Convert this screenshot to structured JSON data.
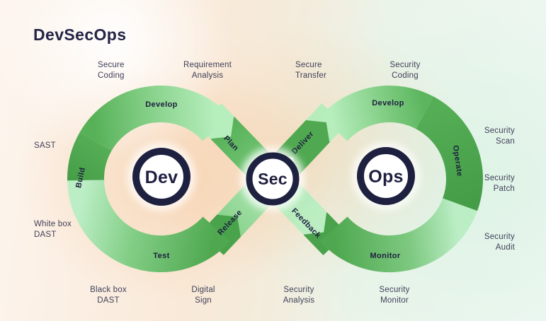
{
  "title": "DevSecOps",
  "colors": {
    "navy": "#1e2040",
    "green_dark": "#459e47",
    "green_mid": "#6cc06f",
    "green_light": "#b7eebd",
    "bg_peach": "#f8e3cf",
    "bg_mint": "#e9f5ee"
  },
  "diagram": {
    "nodes": {
      "dev": "Dev",
      "sec": "Sec",
      "ops": "Ops"
    },
    "stages": {
      "develop_left": "Develop",
      "plan": "Plan",
      "build": "Build",
      "test": "Test",
      "release": "Release",
      "deliver": "Deliver",
      "develop_right": "Develop",
      "operate": "Operate",
      "monitor": "Monitor",
      "feedback": "Feedback"
    },
    "annotations": {
      "secure_coding": "Secure\nCoding",
      "requirement_analysis": "Requirement\nAnalysis",
      "secure_transfer": "Secure\nTransfer",
      "security_coding": "Security\nCoding",
      "sast": "SAST",
      "white_box_dast": "White box\nDAST",
      "black_box_dast": "Black box\nDAST",
      "digital_sign": "Digital\nSign",
      "security_analysis": "Security\nAnalysis",
      "security_monitor": "Security\nMonitor",
      "security_scan": "Security\nScan",
      "security_patch": "Security\nPatch",
      "security_audit": "Security\nAudit"
    }
  }
}
